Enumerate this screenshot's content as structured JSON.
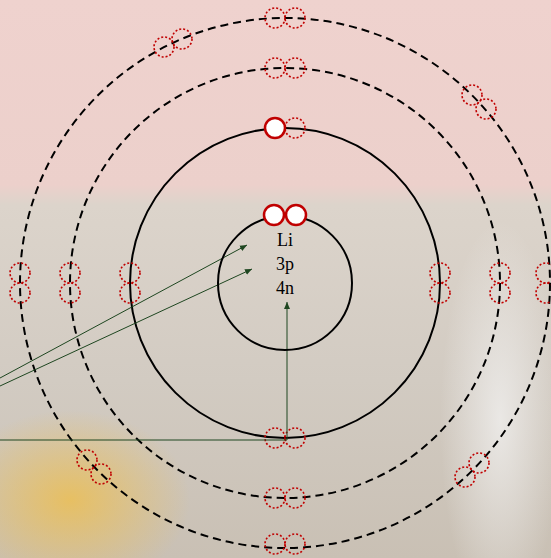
{
  "diagram": {
    "nodes": [
      {
        "text": [
          "Li",
          "3p",
          "4n"
        ]
      }
    ]
  }
}
